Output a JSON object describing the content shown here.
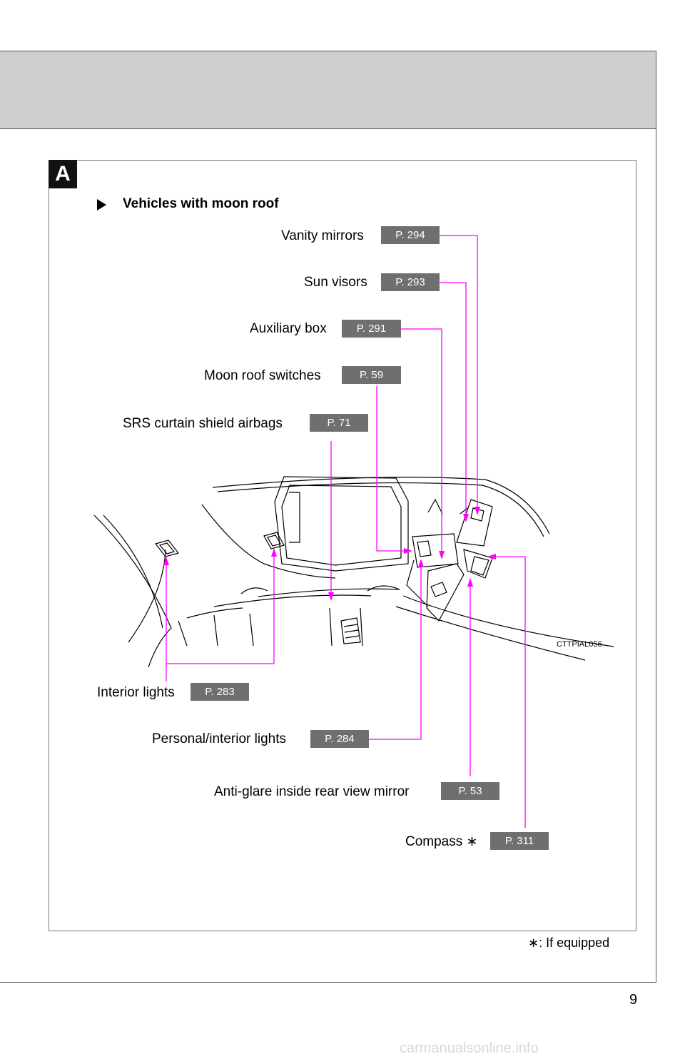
{
  "section": {
    "badge": "A",
    "heading": "Vehicles with moon roof"
  },
  "callouts": [
    {
      "id": "vanity",
      "label": "Vanity mirrors",
      "ref": "P. 294"
    },
    {
      "id": "sunvisor",
      "label": "Sun visors",
      "ref": "P. 293"
    },
    {
      "id": "auxbox",
      "label": "Auxiliary box",
      "ref": "P. 291"
    },
    {
      "id": "moonroof",
      "label": "Moon roof switches",
      "ref": "P. 59"
    },
    {
      "id": "srs",
      "label": "SRS curtain shield airbags",
      "ref": "P. 71"
    },
    {
      "id": "interior",
      "label": "Interior lights",
      "ref": "P. 283"
    },
    {
      "id": "personal",
      "label": "Personal/interior lights",
      "ref": "P. 284"
    },
    {
      "id": "antiglare",
      "label": "Anti-glare inside rear view mirror",
      "ref": "P. 53"
    },
    {
      "id": "compass",
      "label": "Compass ∗",
      "ref": "P. 311"
    }
  ],
  "illustration_code": "CTTPIAL056",
  "footnote": "∗: If equipped",
  "page_number": "9",
  "watermark": "carmanualsonline.info",
  "colors": {
    "leader_line": "#ff00ff",
    "ref_box": "#6f6f6f",
    "header_band": "#cfcfcf"
  }
}
